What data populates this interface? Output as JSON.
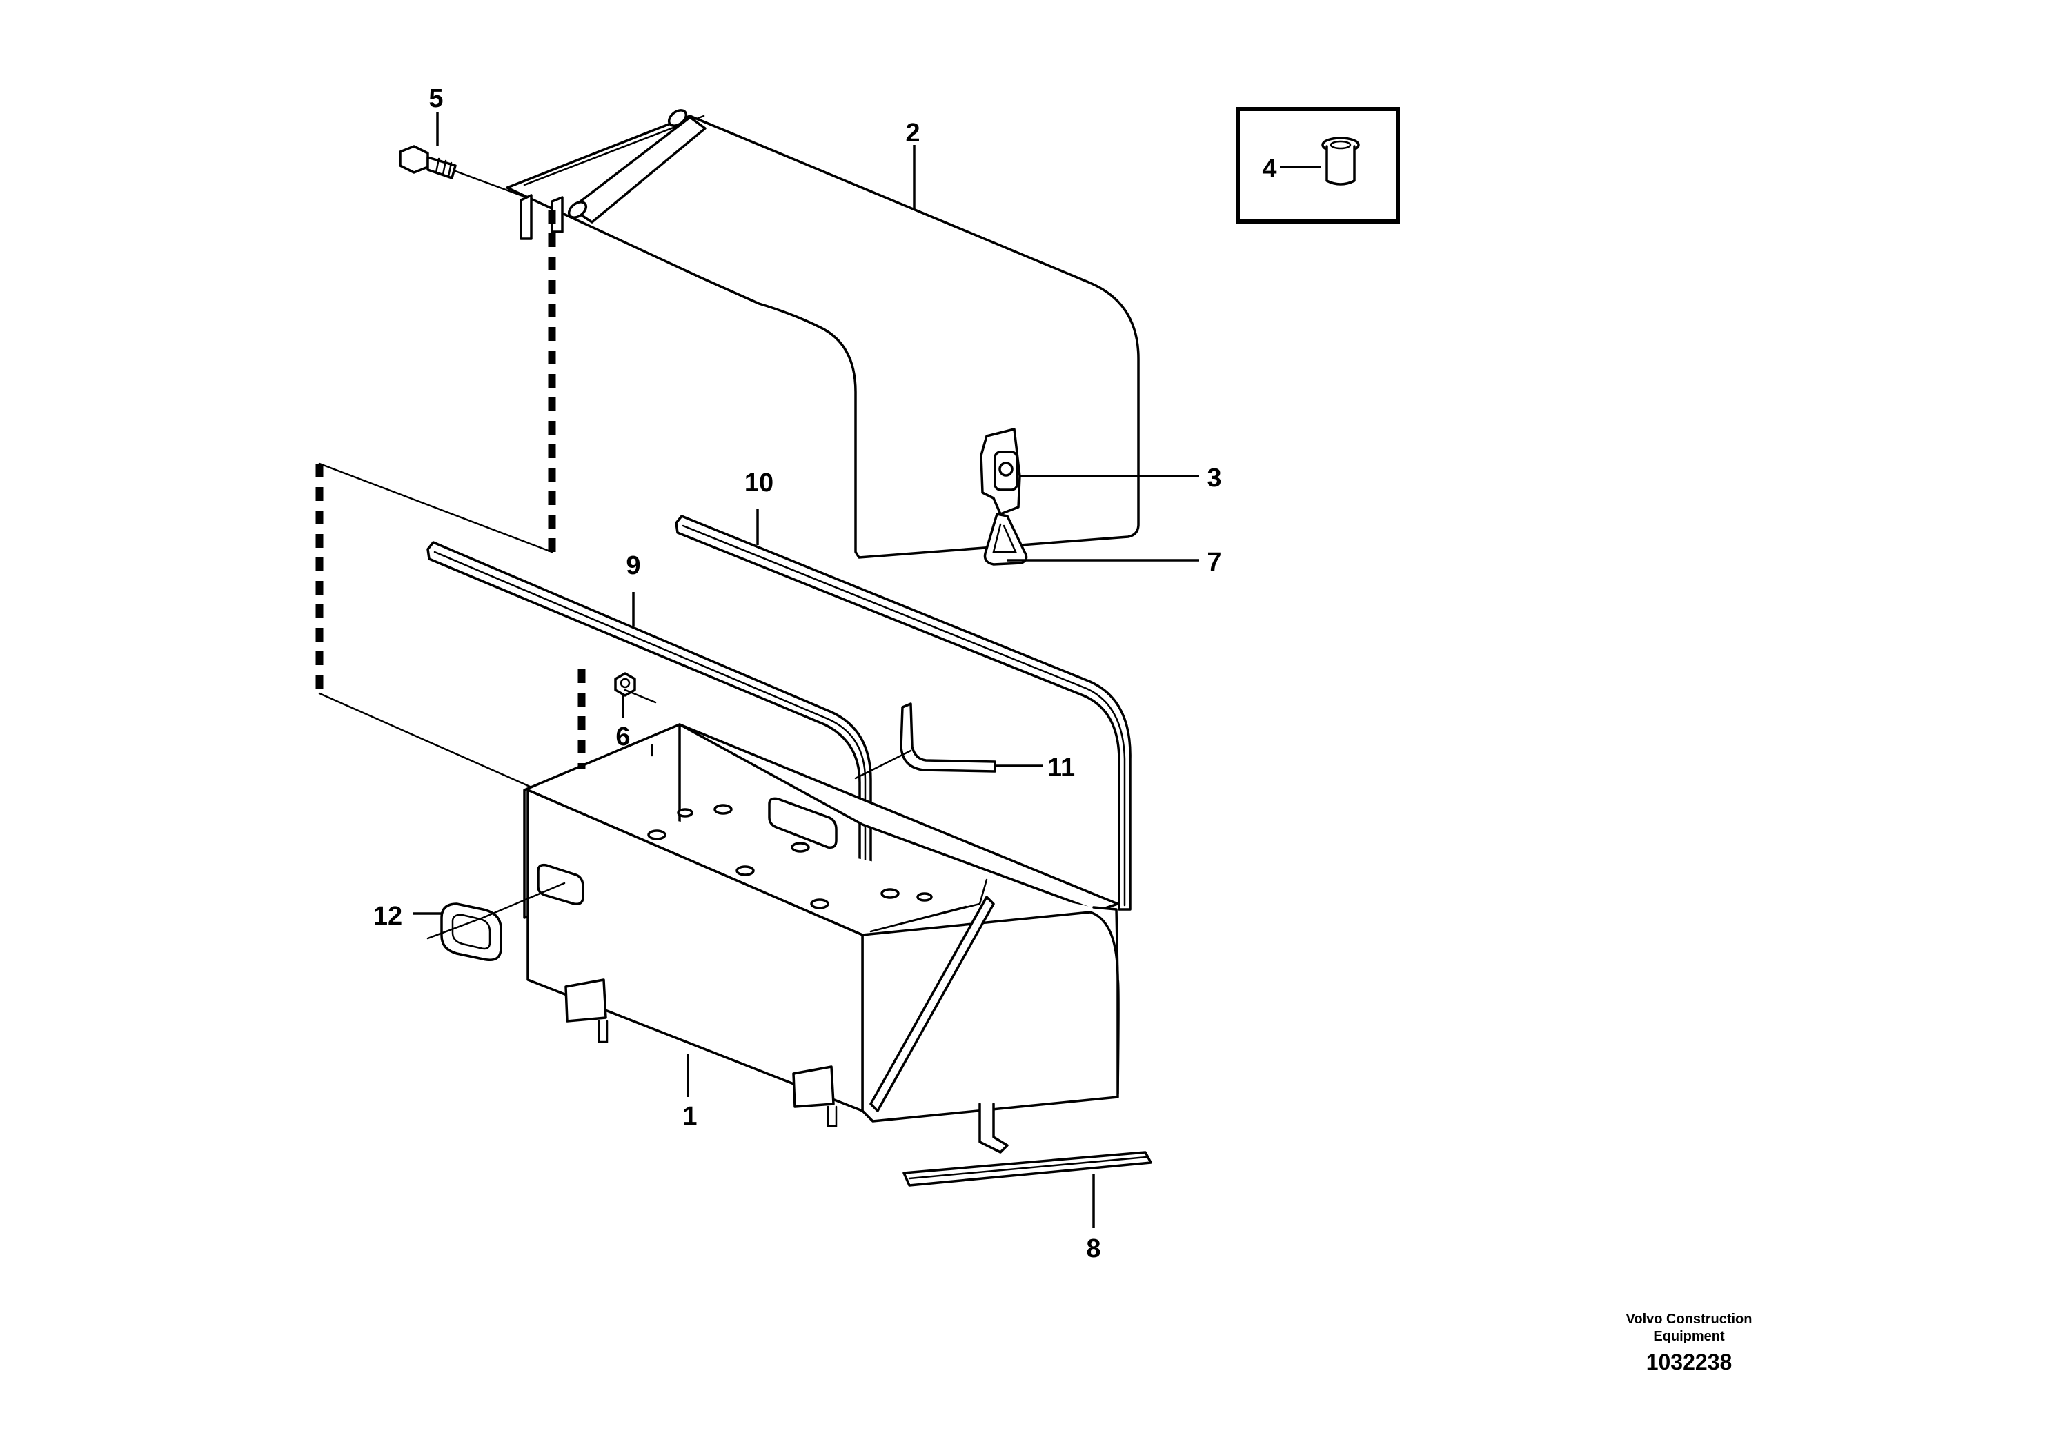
{
  "callouts": {
    "c1": "1",
    "c2": "2",
    "c3": "3",
    "c4": "4",
    "c5": "5",
    "c6": "6",
    "c7": "7",
    "c8": "8",
    "c9": "9",
    "c10": "10",
    "c11": "11",
    "c12": "12"
  },
  "footer": {
    "brand_line1": "Volvo Construction",
    "brand_line2": "Equipment",
    "drawing_number": "1032238"
  }
}
